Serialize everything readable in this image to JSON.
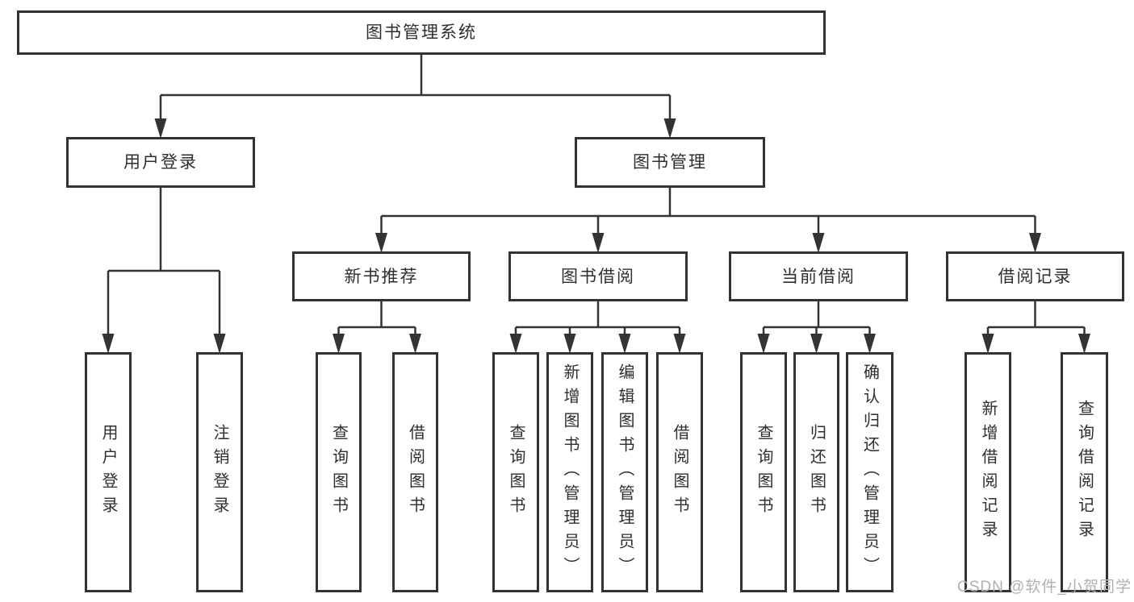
{
  "diagram": {
    "title_node": {
      "label": "图书管理系统"
    },
    "level2": [
      {
        "label": "用户登录"
      },
      {
        "label": "图书管理"
      }
    ],
    "level3": [
      {
        "label": "新书推荐"
      },
      {
        "label": "图书借阅"
      },
      {
        "label": "当前借阅"
      },
      {
        "label": "借阅记录"
      }
    ],
    "leaves": {
      "user_login": [
        "用户登录",
        "注销登录"
      ],
      "new_books": [
        "查询图书",
        "借阅图书"
      ],
      "book_borrow": [
        "查询图书",
        "新增图书（管理员）",
        "编辑图书（管理员）",
        "借阅图书"
      ],
      "current_borrow": [
        "查询图书",
        "归还图书",
        "确认归还（管理员）"
      ],
      "borrow_records": [
        "新增借阅记录",
        "查询借阅记录"
      ]
    },
    "watermark": "CSDN @软件_小贺同学",
    "colors": {
      "line": "#333333",
      "box_border": "#333333",
      "box_fill": "#ffffff",
      "text": "#2e2e2e",
      "watermark": "#b0b0b0"
    }
  }
}
